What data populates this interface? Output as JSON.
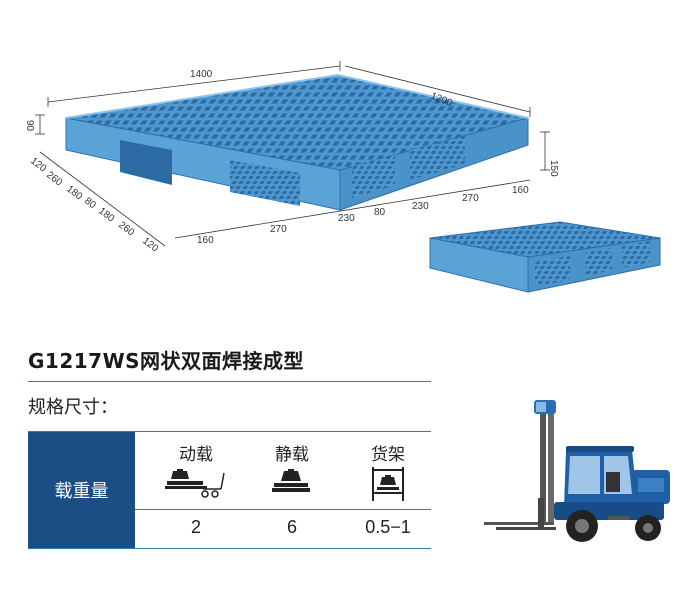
{
  "drawing": {
    "length": "1400",
    "width": "1200",
    "height_total": "150",
    "height_deck": "90",
    "front_segments": [
      "160",
      "270",
      "230",
      "80",
      "230",
      "270",
      "160"
    ],
    "side_segments": [
      "120",
      "260",
      "180",
      "80",
      "180",
      "260",
      "120"
    ]
  },
  "product": {
    "title": "G1217WS网状双面焊接成型",
    "spec_label": "规格尺寸："
  },
  "table": {
    "row_header": "载重量",
    "columns": [
      {
        "label": "动载",
        "value": "2",
        "icon": "dynamic-load-icon"
      },
      {
        "label": "静载",
        "value": "6",
        "icon": "static-load-icon"
      },
      {
        "label": "货架",
        "value": "0.5−1",
        "icon": "rack-load-icon"
      }
    ]
  },
  "colors": {
    "pallet_blue": "#5aa3d6",
    "pallet_dark": "#2f6fa8",
    "accent": "#1c4e86",
    "rule": "#3a78b5",
    "forklift_body": "#1f5fa5"
  }
}
